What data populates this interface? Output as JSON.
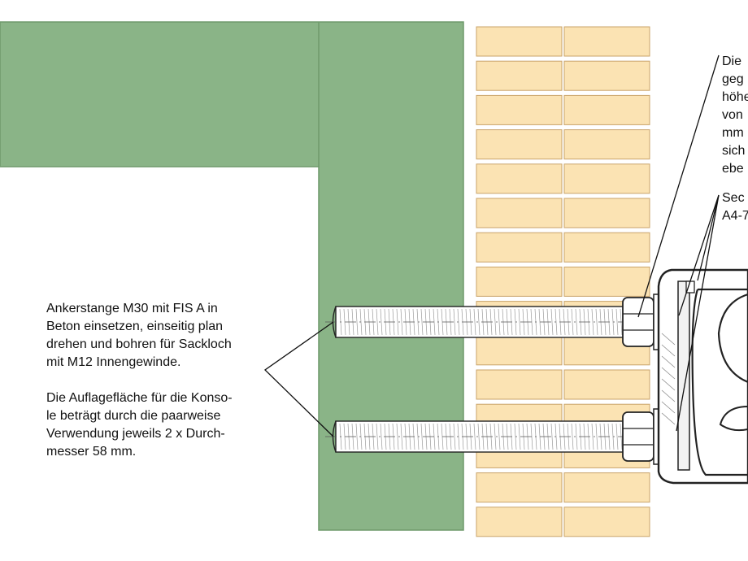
{
  "colors": {
    "concrete": "#8ab487",
    "concrete_edge": "#6f9a6c",
    "brick": "#fbe3b3",
    "brick_edge": "#c9a36a",
    "mortar": "#ffffff",
    "steel_line": "#222222",
    "rod_fill": "#ffffff",
    "console_fill": "#ffffff",
    "leader": "#111111"
  },
  "notes": {
    "left_anchor": "Ankerstange M30 mit FIS A in\nBeton einsetzen, einseitig plan\ndrehen und bohren für Sackloch\nmit M12 Innengewinde.",
    "left_support": "Die Auflagefläche für die Konso-\nle beträgt durch die paarweise\nVerwendung jeweils 2 x Durch-\nmesser 58 mm.",
    "right_top": "Die\ngeg\nhöhe\nvon\nmm\nsich\nebe",
    "right_bottom": "Sec\nA4-7"
  },
  "icons": {
    "hex_nut": "hex-nut-icon",
    "washer": "washer-icon"
  }
}
